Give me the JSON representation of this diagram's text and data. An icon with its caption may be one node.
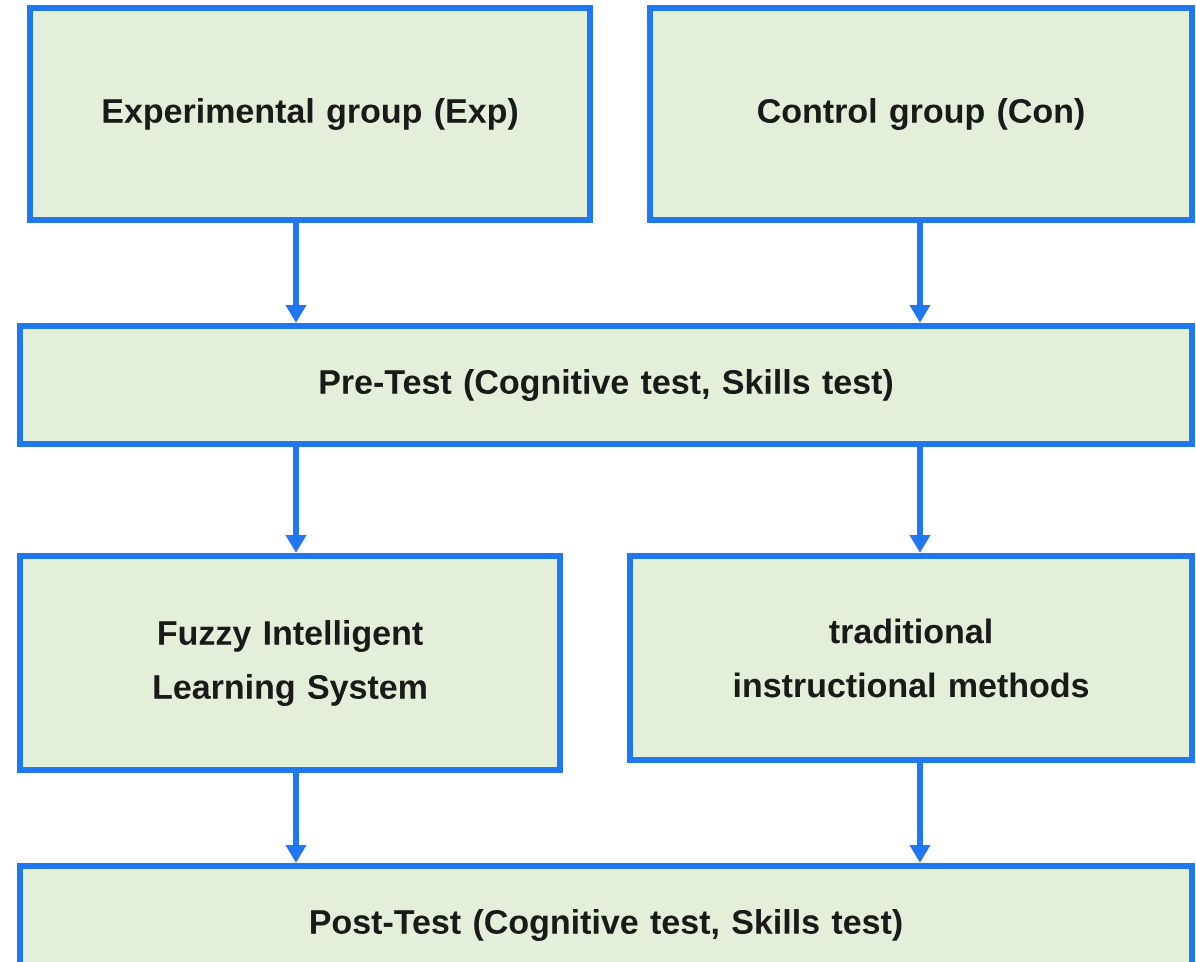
{
  "diagram": {
    "nodes": [
      {
        "text": [
          "Experimental group (Exp)"
        ]
      },
      {
        "text": [
          "Control group (Con)"
        ]
      },
      {
        "text": [
          "Pre-Test (Cognitive test, Skills test)"
        ]
      },
      {
        "text": [
          "Fuzzy Intelligent Learning System"
        ]
      },
      {
        "text": [
          "traditional instructional methods"
        ]
      },
      {
        "text": [
          "Post-Test (Cognitive test, Skills test)"
        ]
      }
    ],
    "edges": [
      {
        "from": 0,
        "to": 2,
        "arrow": "to"
      },
      {
        "from": 1,
        "to": 2,
        "arrow": "to"
      },
      {
        "from": 2,
        "to": 3,
        "arrow": "to"
      },
      {
        "from": 2,
        "to": 4,
        "arrow": "to"
      },
      {
        "from": 3,
        "to": 5,
        "arrow": "to"
      },
      {
        "from": 4,
        "to": 5,
        "arrow": "to"
      }
    ]
  }
}
